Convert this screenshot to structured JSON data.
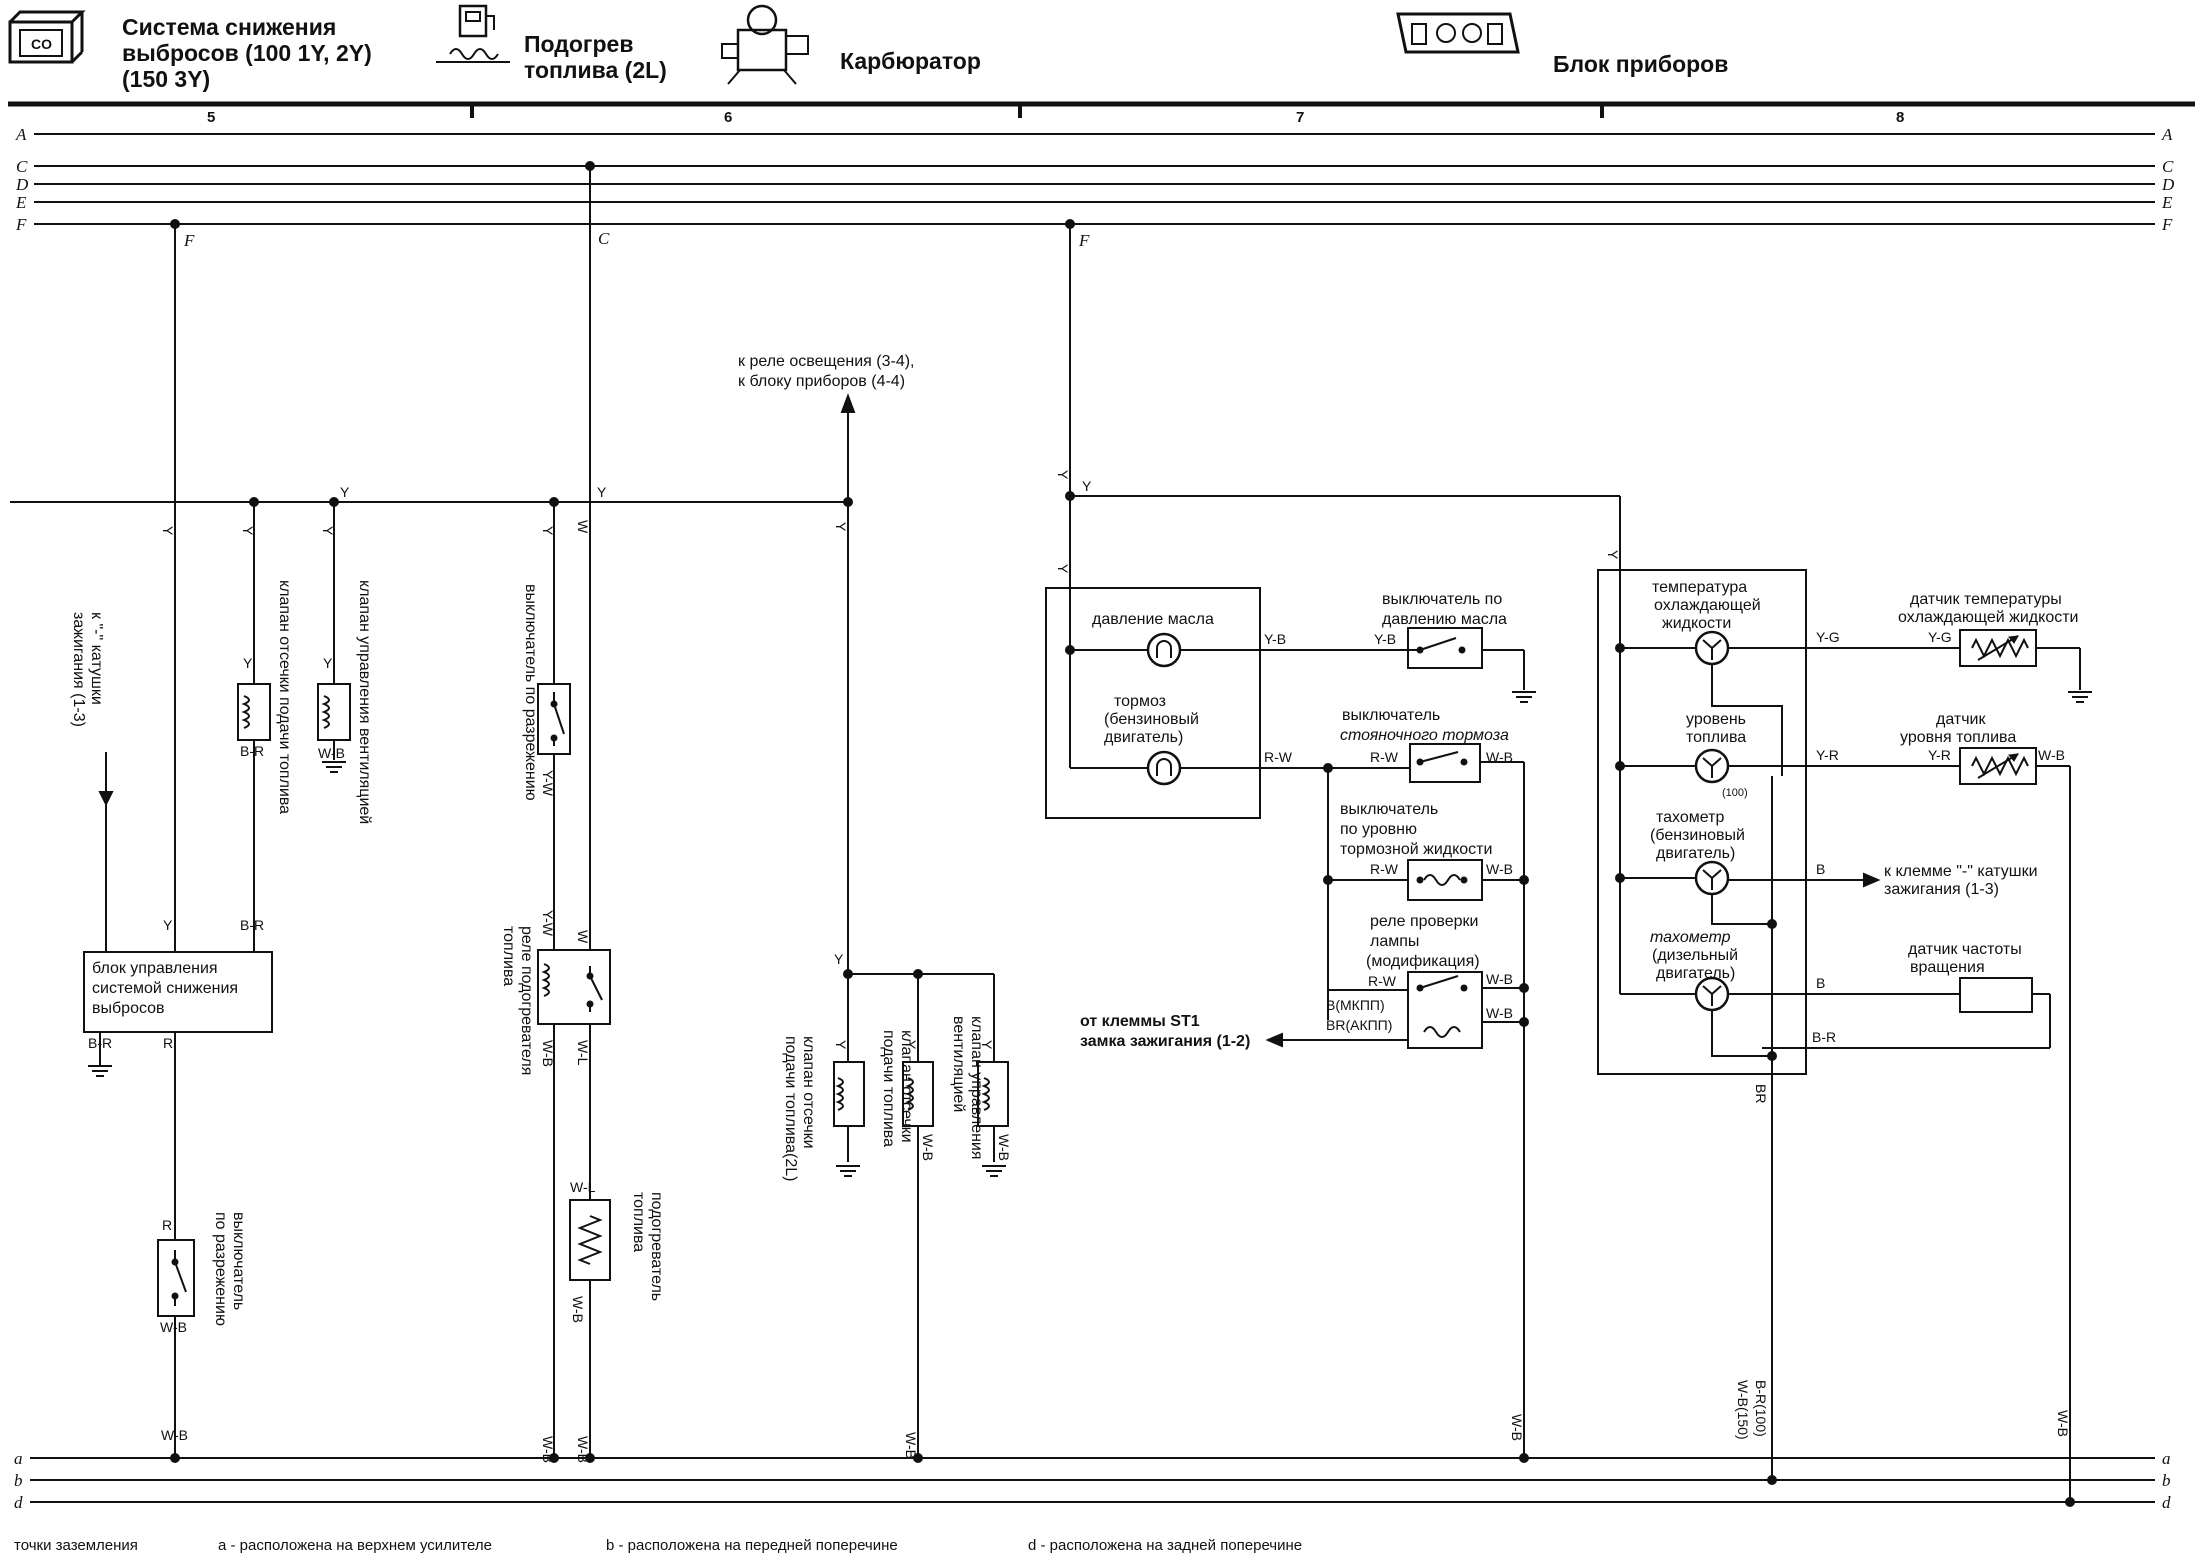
{
  "header": {
    "emission": [
      "Система снижения",
      "выбросов (100 1Y, 2Y)",
      "(150 3Y)"
    ],
    "emission_icon_text": "CO",
    "fuel_heat": [
      "Подогрев",
      "топлива (2L)"
    ],
    "carburetor": "Карбюратор",
    "instruments": "Блок приборов"
  },
  "columns": [
    "5",
    "6",
    "7",
    "8"
  ],
  "buses": {
    "top": [
      "A",
      "C",
      "D",
      "E",
      "F"
    ],
    "bottom": [
      "a",
      "b",
      "d"
    ]
  },
  "taps": {
    "f1": "F",
    "c": "C",
    "f2": "F"
  },
  "wires": {
    "y": "Y",
    "w": "W",
    "br": "B-R",
    "wb": "W-B",
    "yw": "Y-W",
    "wl": "W-L",
    "r": "R",
    "yb": "Y-B",
    "rw": "R-W",
    "yg": "Y-G",
    "yr": "Y-R",
    "b": "B",
    "brc": "BR",
    "b_mt": "B(МКПП)",
    "br_at": "BR(АКПП)",
    "br100": "B-R(100)",
    "wb150": "W-B(150)",
    "n100": "(100)"
  },
  "labels": {
    "to_coil": [
      "к \"-\" катушки",
      "зажигания (1-3)"
    ],
    "valve_fuel_cut": "клапан отсечки подачи топлива",
    "valve_vent": "клапан управления вентиляцией",
    "vac_switch_v": "выключатель по разрежению",
    "ecu": [
      "блок управления",
      "системой снижения",
      "выбросов"
    ],
    "vac_switch2": [
      "выключатель",
      "по разрежению"
    ],
    "relay_heater": [
      "реле подогревателя",
      "топлива"
    ],
    "heater": [
      "подогреватель",
      "топлива"
    ],
    "to_light_relay": [
      "к реле освещения (3-4),",
      "к блоку приборов (4-4)"
    ],
    "valve_cut_2l": [
      "клапан отсечки",
      "подачи топлива(2L)"
    ],
    "valve_cut2": [
      "клапан отсечки",
      "подачи топлива"
    ],
    "valve_vent2": [
      "клапан управления",
      "вентиляцией"
    ],
    "oil_pressure": "давление масла",
    "brake": [
      "тормоз",
      "(бензиновый",
      "двигатель)"
    ],
    "oil_switch": [
      "выключатель по",
      "давлению масла"
    ],
    "park_switch": [
      "выключатель",
      "стояночного тормоза"
    ],
    "fluid_switch": [
      "выключатель",
      "по уровню",
      "тормозной жидкости"
    ],
    "lamp_relay": [
      "реле проверки",
      "лампы",
      "(модификация)"
    ],
    "st1": [
      "от клеммы ST1",
      "замка зажигания (1-2)"
    ],
    "coolant_temp": [
      "температура",
      "охлаждающей",
      "жидкости"
    ],
    "fuel_level": [
      "уровень",
      "топлива"
    ],
    "tacho_gas": [
      "тахометр",
      "(бензиновый",
      "двигатель)"
    ],
    "tacho_diesel": [
      "тахометр",
      "(дизельный",
      "двигатель)"
    ],
    "temp_sensor": [
      "датчик температуры",
      "охлаждающей жидкости"
    ],
    "level_sensor": [
      "датчик",
      "уровня топлива"
    ],
    "to_coil2": [
      "к клемме \"-\" катушки",
      "зажигания (1-3)"
    ],
    "speed_sensor": [
      "датчик частоты",
      "вращения"
    ]
  },
  "footer": {
    "title": "точки заземления",
    "a": "а - расположена на верхнем усилителе",
    "b": "b - расположена на передней поперечине",
    "d": "d - расположена на задней поперечине"
  }
}
